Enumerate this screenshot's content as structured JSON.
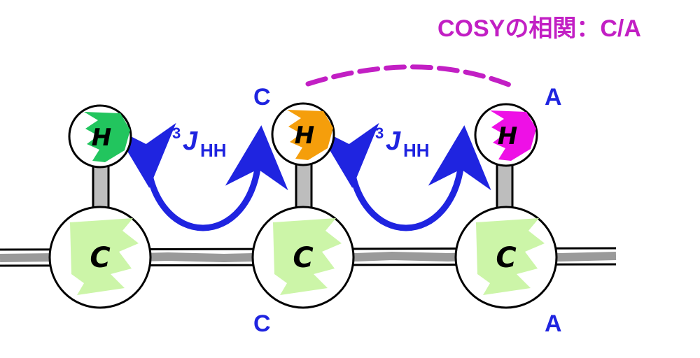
{
  "title": "COSYの相関：C/A",
  "colors": {
    "title": "#c21fc4",
    "arrow": "#1f24e0",
    "dashed": "#c21fc4",
    "label": "#1f24e0",
    "carbon_fill": "#ccf5a8",
    "bond": "#9a9a9a",
    "h_left": "#22c55e",
    "h_middle": "#f59e0b",
    "h_right": "#ee10e6"
  },
  "atoms": {
    "carbons": [
      {
        "symbol": "C"
      },
      {
        "symbol": "C"
      },
      {
        "symbol": "C"
      }
    ],
    "hydrogens": [
      {
        "symbol": "H",
        "color_key": "h_left"
      },
      {
        "symbol": "H",
        "color_key": "h_middle"
      },
      {
        "symbol": "H",
        "color_key": "h_right"
      }
    ]
  },
  "coupling": {
    "superscript": "3",
    "symbol": "J",
    "subscript": "HH"
  },
  "labels": {
    "middle_top": "C",
    "middle_bottom": "C",
    "right_top": "A",
    "right_bottom": "A"
  }
}
